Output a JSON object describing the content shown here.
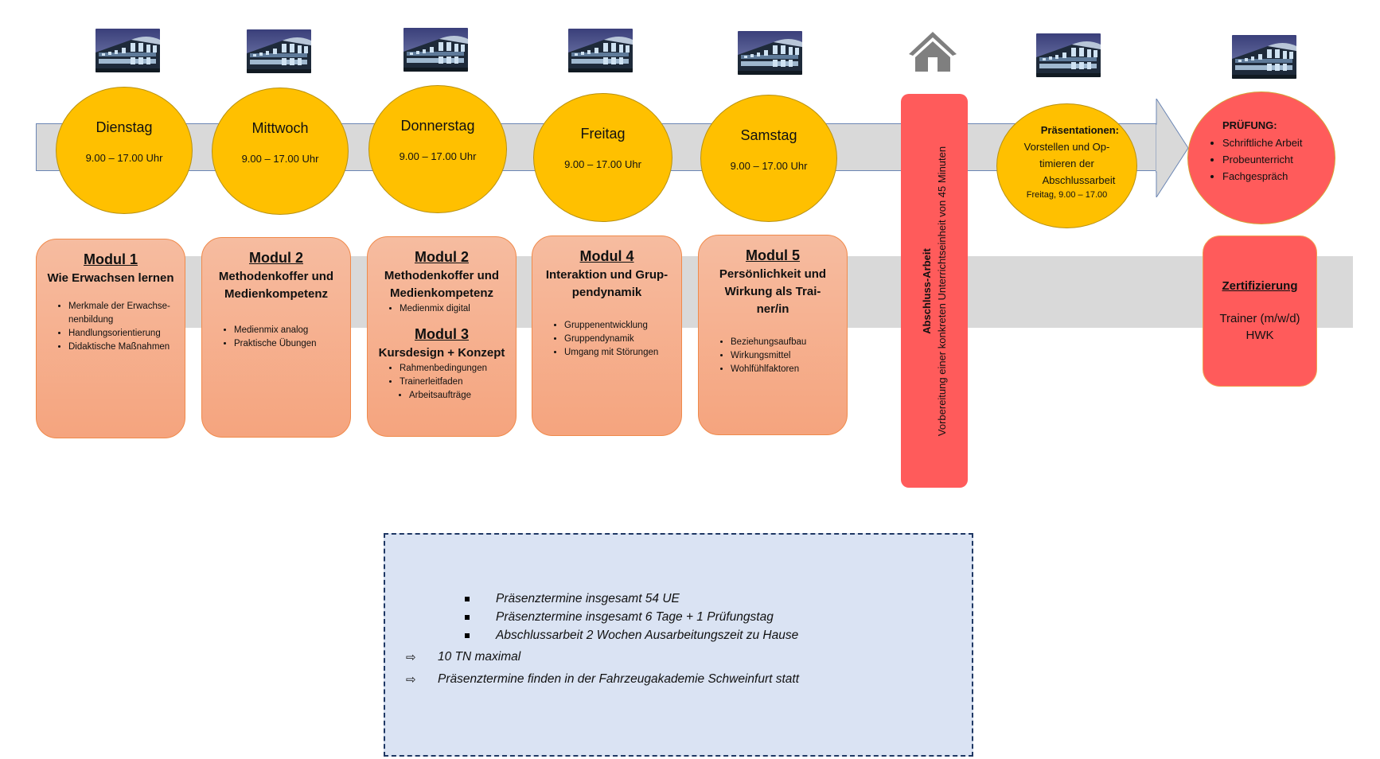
{
  "days": [
    {
      "label": "Dienstag",
      "time": "9.00 – 17.00 Uhr",
      "location_icon": "building-icon"
    },
    {
      "label": "Mittwoch",
      "time": "9.00 – 17.00 Uhr",
      "location_icon": "building-icon"
    },
    {
      "label": "Donnerstag",
      "time": "9.00 – 17.00 Uhr",
      "location_icon": "building-icon"
    },
    {
      "label": "Freitag",
      "time": "9.00 – 17.00 Uhr",
      "location_icon": "building-icon"
    },
    {
      "label": "Samstag",
      "time": "9.00 – 17.00 Uhr",
      "location_icon": "building-icon"
    }
  ],
  "home_icon": "home-icon",
  "presentation": {
    "title": "Präsentationen:",
    "lines": [
      "Vorstellen und Op-",
      "timieren der",
      "Abschlussarbeit"
    ],
    "time": "Freitag, 9.00 – 17.00",
    "location_icon": "building-icon"
  },
  "exam": {
    "title": "PRÜFUNG:",
    "items": [
      "Schriftliche Arbeit",
      "Probeunterricht",
      "Fachgespräch"
    ],
    "location_icon": "building-icon"
  },
  "modules": [
    {
      "heading": "Modul 1",
      "subtitle": "Wie Erwachsen lernen",
      "items": [
        "Merkmale der Erwachse-nenbildung",
        "Handlungsorientierung",
        "Didaktische Maßnahmen"
      ]
    },
    {
      "heading": "Modul 2",
      "subtitle": "Methodenkoffer und Medienkompetenz",
      "items": [
        "Medienmix analog",
        "Praktische Übungen"
      ]
    },
    {
      "heading": "Modul 2",
      "subtitle": "Methodenkoffer und Medienkompetenz",
      "items": [
        "Medienmix digital"
      ],
      "heading2": "Modul 3",
      "subtitle2": "Kursdesign + Konzept",
      "items2": [
        "Rahmenbedingungen",
        "Trainerleitfaden",
        "Arbeitsaufträge"
      ]
    },
    {
      "heading": "Modul 4",
      "subtitle": "Interaktion und Grup-pendynamik",
      "items": [
        "Gruppenentwicklung",
        "Gruppendynamik",
        "Umgang mit Störungen"
      ]
    },
    {
      "heading": "Modul 5",
      "subtitle": "Persönlichkeit und Wirkung als Trai-ner/in",
      "items": [
        "Beziehungsaufbau",
        "Wirkungsmittel",
        "Wohlfühlfaktoren"
      ]
    }
  ],
  "abschluss": {
    "title": "Abschluss-Arbeit",
    "text": "Vorbereitung einer konkreten Unterrichtseinheit von 45 Minuten"
  },
  "certification": {
    "title": "Zertifizierung",
    "line1": "Trainer (m/w/d)",
    "line2": "HWK"
  },
  "info": {
    "bullets": [
      "Präsenztermine insgesamt 54 UE",
      "Präsenztermine insgesamt 6 Tage + 1 Prüfungstag",
      "Abschlussarbeit 2 Wochen Ausarbeitungszeit zu Hause"
    ],
    "arrows": [
      "10 TN maximal",
      "Präsenztermine finden in der Fahrzeugakademie Schweinfurt statt"
    ]
  },
  "colors": {
    "day_circle": "#ffc000",
    "exam": "#ff5b5b",
    "module": "#f5a47e",
    "band": "#d9d9d9",
    "info_bg": "#dae3f3",
    "info_border": "#1f3864"
  }
}
